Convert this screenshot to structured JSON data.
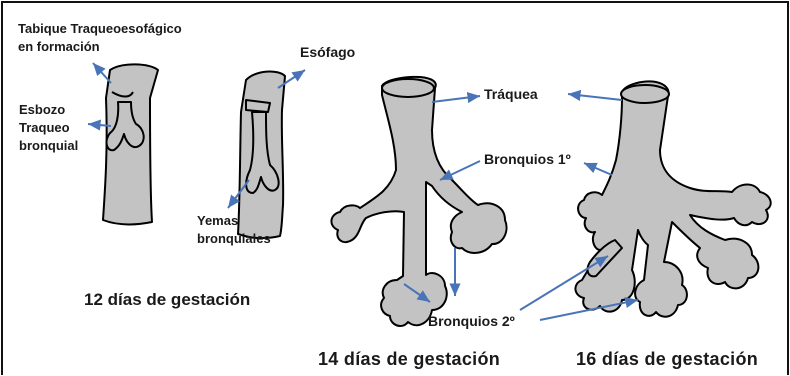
{
  "colors": {
    "tissue": "#c3c3c3",
    "outline": "#000000",
    "arrow": "#4a74b8",
    "text": "#1a1a1a"
  },
  "labels": {
    "tabique_line1": "Tabique Traqueoesofágico",
    "tabique_line2": "en formación",
    "esbozo_line1": "Esbozo",
    "esbozo_line2": "Traqueo",
    "esbozo_line3": "bronquial",
    "esofago": "Esófago",
    "yemas_line1": "Yemas",
    "yemas_line2": "bronquiales",
    "traquea": "Tráquea",
    "bronquios_1": "Bronquios 1º",
    "bronquios_2": "Bronquios 2º"
  },
  "stages": [
    {
      "caption": "12 días de  gestación"
    },
    {
      "caption": "14 días de gestación"
    },
    {
      "caption": "16 días de gestación"
    }
  ]
}
